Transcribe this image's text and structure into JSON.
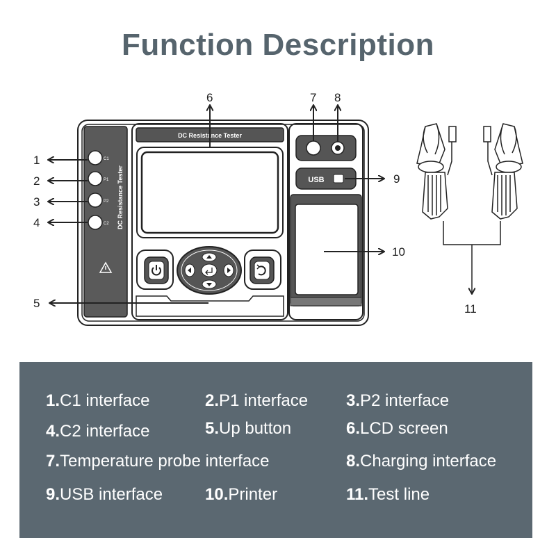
{
  "title": "Function Description",
  "device": {
    "lcd_header": "DC Resistance Tester",
    "side_label": "DC Resistance Tester",
    "usb_label": "USB",
    "ports": [
      "C1",
      "P1",
      "P2",
      "C2"
    ]
  },
  "callouts": [
    "1",
    "2",
    "3",
    "4",
    "5",
    "6",
    "7",
    "8",
    "9",
    "10",
    "11"
  ],
  "legend": [
    {
      "num": "1.",
      "text": "C1 interface"
    },
    {
      "num": "2.",
      "text": "P1 interface"
    },
    {
      "num": "3.",
      "text": "P2 interface"
    },
    {
      "num": "4.",
      "text": "C2 interface"
    },
    {
      "num": "5.",
      "text": "Up button"
    },
    {
      "num": "6.",
      "text": "LCD screen"
    },
    {
      "num": "7.",
      "text": "Temperature probe interface"
    },
    {
      "num": "8.",
      "text": "Charging interface"
    },
    {
      "num": "9.",
      "text": "USB interface"
    },
    {
      "num": "10.",
      "text": "Printer"
    },
    {
      "num": "11.",
      "text": "Test line"
    }
  ],
  "colors": {
    "title": "#56646d",
    "panel": "#5b6871",
    "legend_text": "#ffffff"
  }
}
